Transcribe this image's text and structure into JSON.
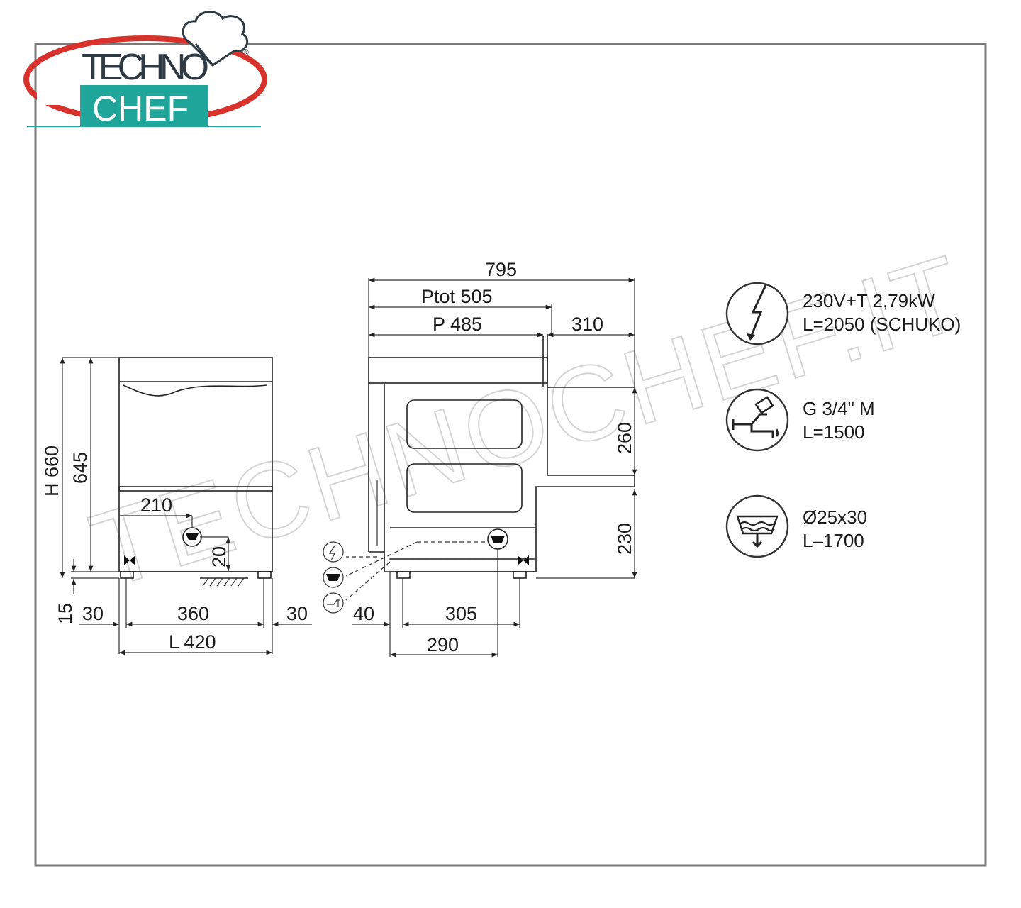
{
  "logo": {
    "line1": "TECHNO",
    "line2": "CHEF",
    "registered": "®",
    "colors": {
      "ring": "#d9312b",
      "teal": "#1fa59a",
      "text": "#2e3a44"
    }
  },
  "watermark": "TECHNOCHEF.IT",
  "front_view": {
    "height_total": "H 660",
    "height_body": "645",
    "drain_offset": "210",
    "drain_height": "20",
    "foot_height": "15",
    "left_margin": "30",
    "inner_width": "360",
    "right_margin": "30",
    "width_total": "L 420"
  },
  "side_view": {
    "depth_overall": "795",
    "depth_total": "Ptot 505",
    "depth": "P 485",
    "door_extension": "310",
    "door_height": "260",
    "door_clearance": "230",
    "foot_offset": "40",
    "foot_spacing": "305",
    "drain_depth": "290"
  },
  "specs": [
    {
      "icon": "electric-icon",
      "line1": "230V+T 2,79kW",
      "line2": "L=2050 (SCHUKO)"
    },
    {
      "icon": "water-tap-icon",
      "line1": "G 3/4\" M",
      "line2": "L=1500"
    },
    {
      "icon": "drain-icon",
      "line1": "Ø25x30",
      "line2": "L–1700"
    }
  ]
}
